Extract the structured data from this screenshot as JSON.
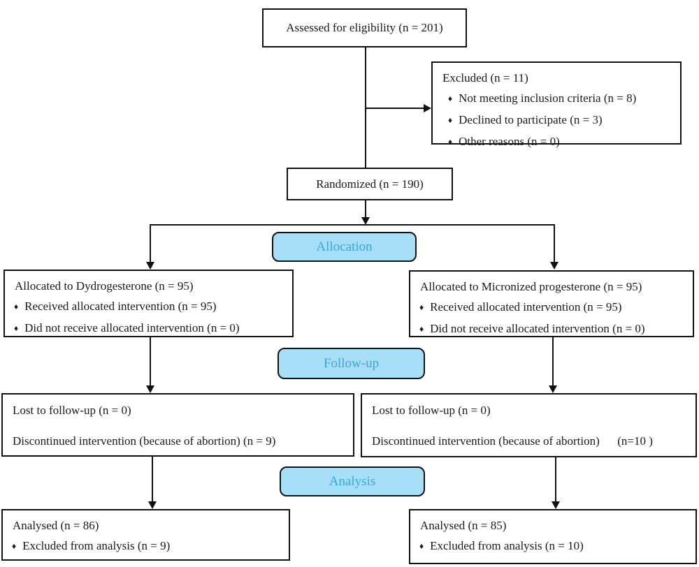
{
  "colors": {
    "stage_fill": "#A6DFF7",
    "stage_text": "#3AA7DB",
    "line": "#111111"
  },
  "bullet_icon": "♦",
  "enrollment": {
    "assessed": "Assessed for eligibility (n = 201)",
    "excluded_title": "Excluded (n = 11)",
    "excluded_items": [
      "Not meeting inclusion criteria (n = 8)",
      "Declined to participate (n = 3)",
      "Other reasons (n = 0)"
    ],
    "randomized": "Randomized (n = 190)"
  },
  "stages": {
    "allocation": "Allocation",
    "followup": "Follow-up",
    "analysis": "Analysis"
  },
  "allocation": {
    "left": {
      "title": "Allocated to Dydrogesterone (n = 95)",
      "items": [
        "Received allocated intervention (n = 95)",
        "Did not receive allocated intervention (n = 0)"
      ]
    },
    "right": {
      "title": "Allocated to Micronized progesterone (n = 95)",
      "items": [
        "Received allocated intervention (n = 95)",
        "Did not receive allocated intervention (n = 0)"
      ]
    }
  },
  "followup": {
    "left": {
      "line1": "Lost to follow-up (n = 0)",
      "line2": "Discontinued intervention (because of abortion) (n = 9)"
    },
    "right": {
      "line1": "Lost to follow-up (n = 0)",
      "line2": "Discontinued intervention (because of abortion)      (n=10 )"
    }
  },
  "analysis": {
    "left": {
      "title": "Analysed (n = 86)",
      "items": [
        "Excluded from analysis (n = 9)"
      ]
    },
    "right": {
      "title": "Analysed (n = 85)",
      "items": [
        "Excluded from analysis (n = 10)"
      ]
    }
  }
}
